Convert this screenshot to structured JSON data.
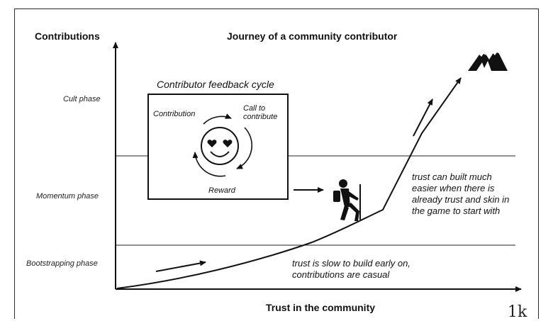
{
  "title": "Journey of a community contributor",
  "y_axis_label": "Contributions",
  "x_axis_label": "Trust in the community",
  "phases": {
    "cult": "Cult phase",
    "momentum": "Momentum phase",
    "bootstrapping": "Bootstrapping phase"
  },
  "feedback_cycle": {
    "title": "Contributor feedback cycle",
    "contribution": "Contribution",
    "call_to_contribute": "Call to contribute",
    "reward": "Reward"
  },
  "notes": {
    "late": "trust can built much easier when there is already trust and skin in the game to start with",
    "early": "trust is slow to build early on, contributions are casual"
  },
  "icons": [
    "mountain-icon",
    "hiker-icon",
    "smiley-heart-eyes-icon"
  ],
  "logo_text": "1k"
}
